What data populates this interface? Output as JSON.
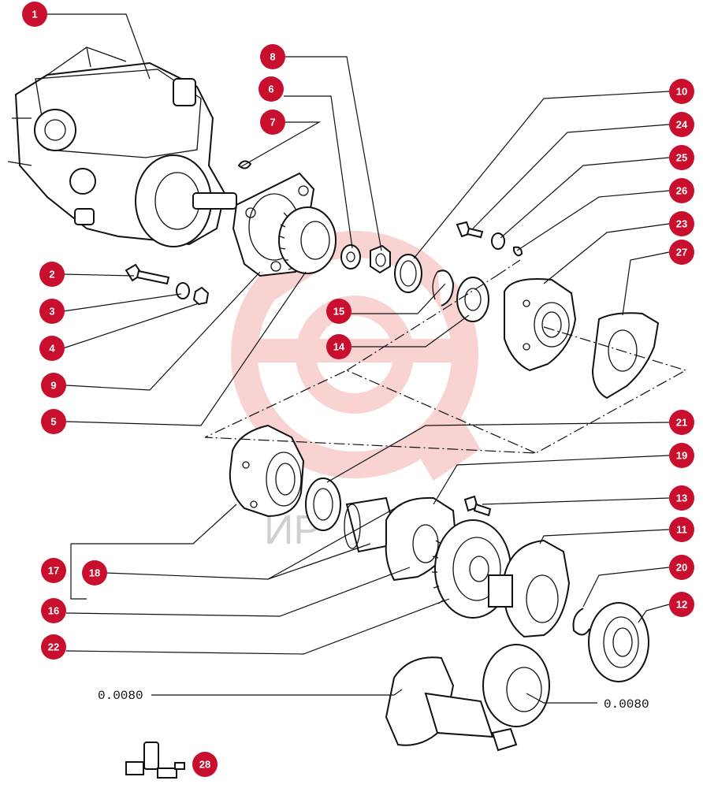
{
  "callouts": [
    "1",
    "2",
    "3",
    "4",
    "5",
    "6",
    "7",
    "8",
    "9",
    "10",
    "11",
    "12",
    "13",
    "14",
    "15",
    "16",
    "17",
    "18",
    "19",
    "20",
    "21",
    "22",
    "23",
    "24",
    "25",
    "26",
    "27",
    "28"
  ],
  "reference_left": "0.0080",
  "reference_right": "0.0080",
  "watermark": "ИР",
  "colors": {
    "callout": "#c8102e",
    "watermark": "#f3b7b7"
  }
}
